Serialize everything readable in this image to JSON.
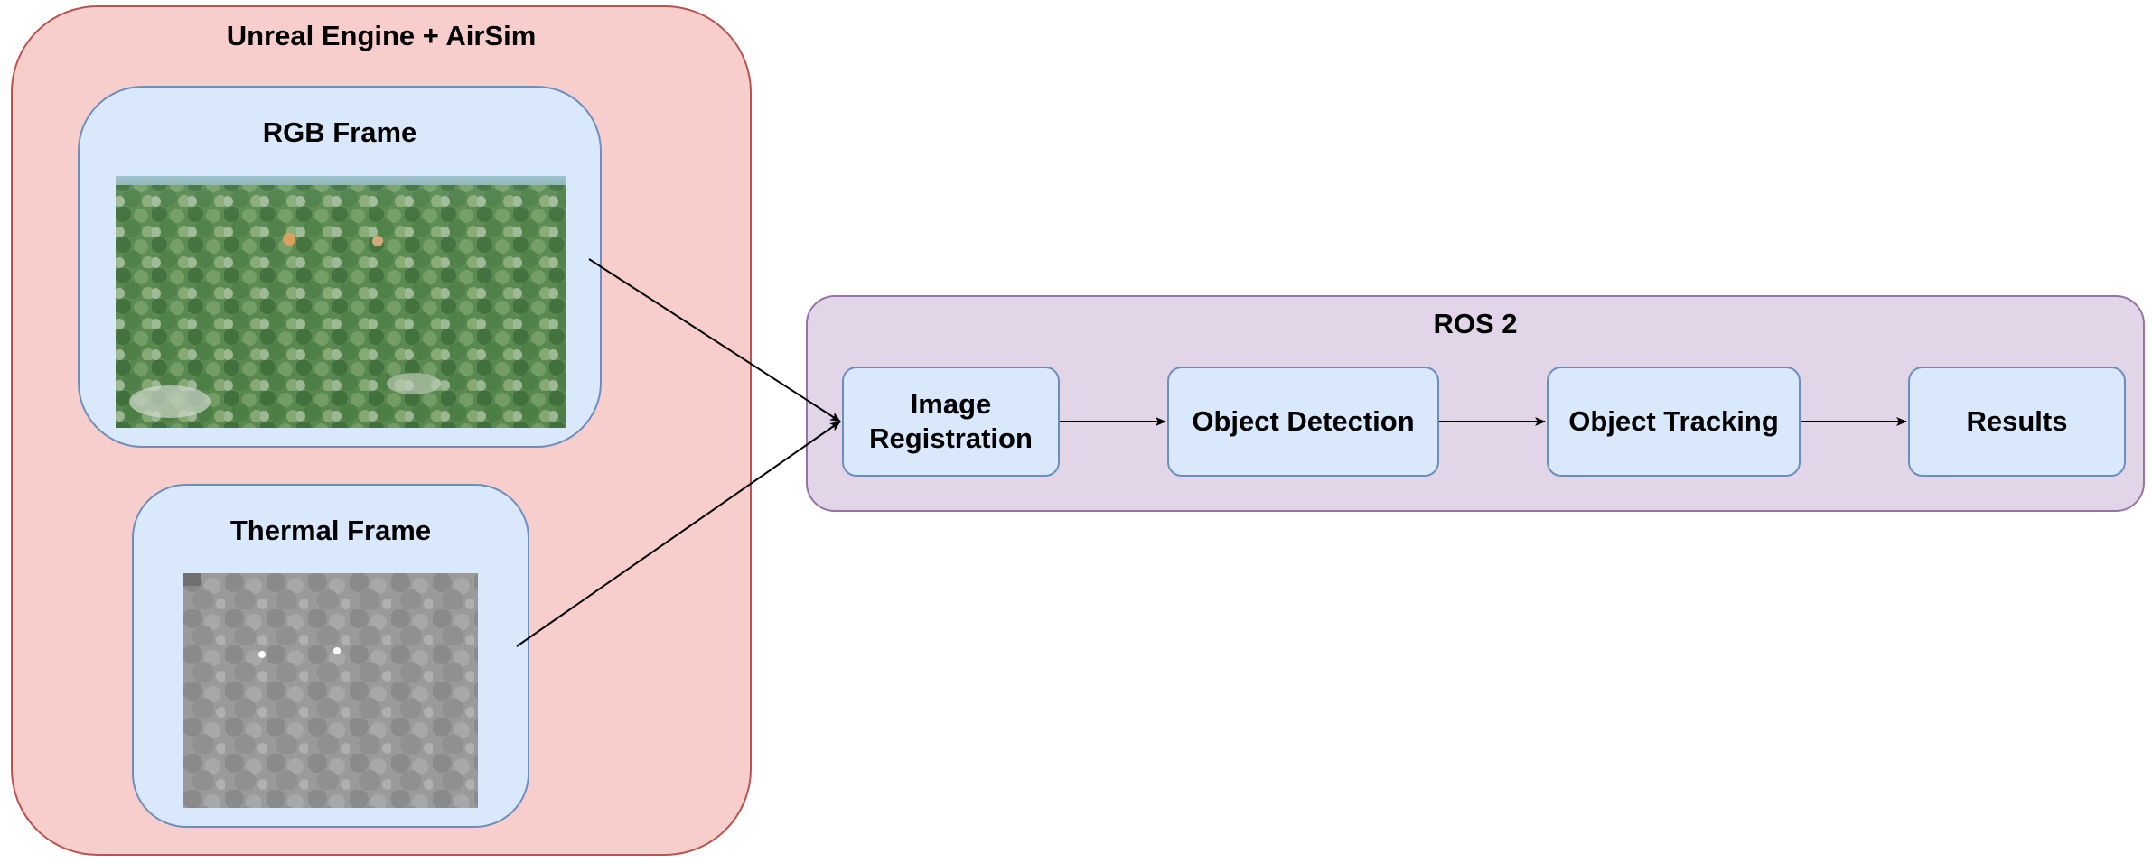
{
  "unreal_group": {
    "title": "Unreal Engine + AirSim"
  },
  "rgb_panel": {
    "title": "RGB Frame"
  },
  "thermal_panel": {
    "title": "Thermal Frame"
  },
  "ros_group": {
    "title": "ROS 2"
  },
  "pipeline": {
    "image_registration": "Image\nRegistration",
    "object_detection": "Object Detection",
    "object_tracking": "Object Tracking",
    "results": "Results"
  },
  "colors": {
    "unreal_fill": "#f8cecc",
    "unreal_stroke": "#b85450",
    "ros_fill": "#e1d5e7",
    "ros_stroke": "#9673a6",
    "node_fill": "#dae8fc",
    "node_stroke": "#6c8ebf"
  }
}
